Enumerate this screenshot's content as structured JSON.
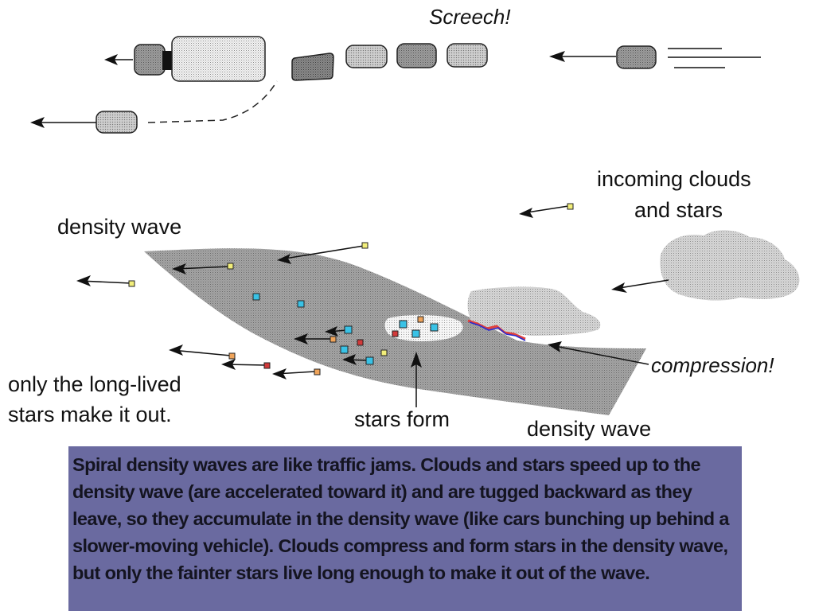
{
  "labels": {
    "screech": "Screech!",
    "density_wave_left": "density wave",
    "incoming_line1": "incoming clouds",
    "incoming_line2": "and stars",
    "compression": "compression!",
    "long_lived_line1": "only the long-lived",
    "long_lived_line2": "stars make it out.",
    "stars_form": "stars form",
    "density_wave_bottom": "density wave"
  },
  "caption": {
    "text": "Spiral density waves are like traffic jams. Clouds and stars speed up to the density wave (are accelerated toward it) and are tugged backward as they leave, so they accumulate in the density wave (like cars bunching up behind a slower-moving vehicle). Clouds compress and form stars in the density wave, but only the fainter stars live long enough to make it out of the wave."
  },
  "colors": {
    "background": "#ffffff",
    "caption_bg": "#6a6aa0",
    "caption_text": "#141420",
    "wave_fill": "#9e9e9e",
    "cloud_fill": "#c8c8c8",
    "star_cyan": "#39c2e6",
    "star_yellow": "#f2ee7a",
    "star_orange": "#f0a45a",
    "star_red": "#d23a3a",
    "shock_red": "#e0403c",
    "shock_blue": "#2a2acf"
  }
}
